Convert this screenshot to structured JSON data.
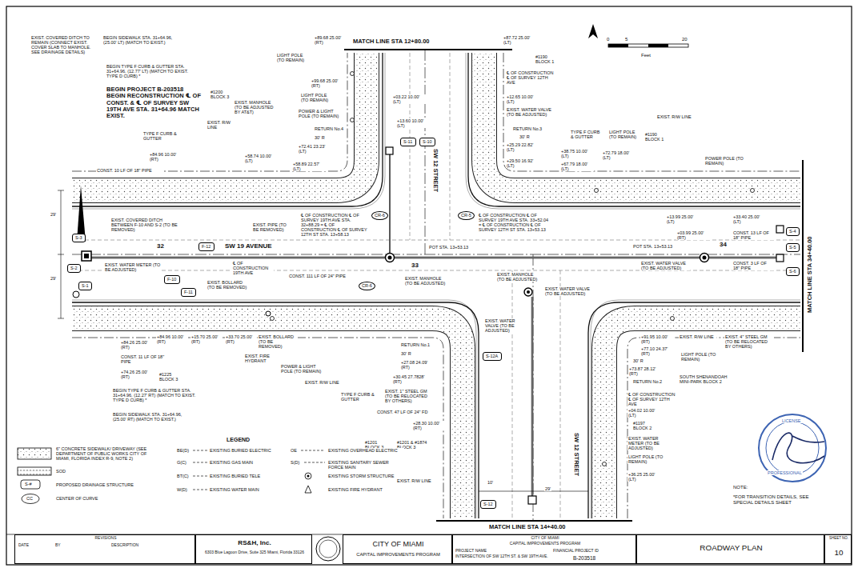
{
  "diagram": {
    "nodes": [
      {
        "text": [
          "REVISIONS",
          "DATE",
          "BY",
          "DESCRIPTION"
        ]
      },
      {
        "text": [
          "RS&H, Inc.",
          "6303 Blue Lagoon Drive, Suite 325 Miami, Florida 33126"
        ]
      },
      {
        "text": [
          "CITY OF MIAMI",
          "CAPITAL IMPROVEMENTS PROGRAM"
        ]
      },
      {
        "text": [
          "CITY OF MIAMI",
          "CAPITAL IMPROVEMENTS PROGRAM",
          "PROJECT NAME",
          "FINANCIAL PROJECT ID",
          "INTERSECTION OF SW 12TH ST. & SW 19TH AVE.",
          "B-203518"
        ]
      },
      {
        "text": [
          "ROADWAY PLAN"
        ]
      },
      {
        "text": [
          "SHEET NO.",
          "10"
        ]
      },
      {
        "text": [
          "S-11"
        ]
      },
      {
        "text": [
          "S-10"
        ]
      },
      {
        "text": [
          "CR-6"
        ]
      },
      {
        "text": [
          "CR-5"
        ]
      },
      {
        "text": [
          "S-4"
        ]
      },
      {
        "text": [
          "S-3"
        ]
      },
      {
        "text": [
          "F-12"
        ]
      },
      {
        "text": [
          "S-5"
        ]
      },
      {
        "text": [
          "S-2"
        ]
      },
      {
        "text": [
          "S-6"
        ]
      },
      {
        "text": [
          "F-10"
        ]
      },
      {
        "text": [
          "CR-6"
        ]
      },
      {
        "text": [
          "S-1"
        ]
      },
      {
        "text": [
          "F-11"
        ]
      },
      {
        "text": [
          "S-12A"
        ]
      },
      {
        "text": [
          "S-12"
        ]
      }
    ],
    "labels": [
      "MATCH LINE STA 12+80.00",
      "MATCH LINE STA 14+40.00",
      "MATCH LINE STA 34+40.00",
      "EXIST. COVERED DITCH TO REMAIN (CONNECT EXIST. COVER SLAB TO MANHOLE. SEE DRAINAGE DETAILS)",
      "BEGIN SIDEWALK STA. 31+64.96, (25.00' LT) (MATCH TO EXIST.)",
      "BEGIN TYPE F CURB & GUTTER STA. 31+64.96, (12.77' LT) (MATCH TO EXIST. TYPE D CURB) *",
      "BEGIN PROJECT B-203518 BEGIN RECONSTRUCTION ℄ OF CONST. & ℄ OF SURVEY SW 19TH AVE STA. 31+64.96 MATCH EXIST.",
      "#1200 BLOCK 3",
      "EXIST. R/W LINE",
      "TYPE F CURB & GUTTER",
      "+84.96 10.00' (RT)",
      "CONST. 10 LF OF 18\" PIPE",
      "+58.74 10.00' (LT)",
      "EXIST. MANHOLE (TO BE ADJUSTED BY AT&T)",
      "LIGHT POLE (TO REMAIN)",
      "+89.68 25.00' (RT)",
      "+99.68 25.00' (RT)",
      "LIGHT POLE (TO REMAIN)",
      "POWER & LIGHT POLE (TO REMAIN)",
      "RETURN No.4",
      "30' R",
      "+72.41 23.23' (LT)",
      "+58.89 22.57' (LT)",
      "+03.22 10.00' (LT)",
      "+13.60 10.00' (LT)",
      "+87.72 25.00' (LT)",
      "#1190 BLOCK 1",
      "℄ OF CONSTRUCTION ℄ OF SURVEY 12TH AVE",
      "+12.65 10.00' (LT)",
      "EXIST. WATER VALVE (TO BE ADJUSTED)",
      "RETURN No.3",
      "30' R",
      "+25.29 22.82' (LT)",
      "+29.50 16.92' (LT)",
      "TYPE F CURB & GUTTER",
      "+38.75 10.00' (LT)",
      "+67.79 18.00' (LT)",
      "LIGHT POLE (TO REMAIN)",
      "+72.79 18.00' (LT)",
      "#1190 BLOCK 1",
      "EXIST. R/W LINE",
      "POWER POLE (TO REMAIN)",
      "+13.99 25.00' (LT)",
      "+33.40 25.00' (LT)",
      "+03.99 25.00' (RT)",
      "CONST. 13 LF OF 18\" PIPE",
      "EXIST. WATER VALVE (TO BE ADJUSTED)",
      "CONST. 3 LF OF 18\" PIPE",
      "34",
      "33",
      "32",
      "SW 19 AVENUE",
      "SW 12 STREET",
      "SW 12 STREET",
      "℄ OF CONSTRUCTION ℄ OF SURVEY 19TH AVE STA. 32+88.29 = ℄ OF CONSTRUCTION ℄ OF SURVEY 12TH ST STA. 13+58.13",
      "℄ OF CONSTRUCTION ℄ OF SURVEY 19TH AVE STA. 33+52.04 = ℄ OF CONSTRUCTION ℄ OF SURVEY 12TH ST STA. 13+53.13",
      "POT STA. 13+53.13",
      "POT STA. 13+53.13",
      "EXIST. COVERED DITCH BETWEEN F-10 AND S-2 (TO BE REMOVED)",
      "EXIST. PIPE (TO BE REMOVED)",
      "EXIST. WATER METER (TO BE ADJUSTED)",
      "℄ OF CONSTRUCTION 19TH AVE",
      "EXIST. BOLLARD (TO BE REMOVED)",
      "CONST. 111 LF OF 24\" PIPE",
      "EXIST. MANHOLE (TO BE ADJUSTED)",
      "EXIST. MANHOLE (TO BE ADJUSTED)",
      "EXIST. WATER VALVE (TO BE ADJUSTED)",
      "+84.96 10.00' (RT)",
      "+15.70 25.00' (RT)",
      "+33.70 25.00' (RT)",
      "+84.26 25.00' (RT)",
      "EXIST. BOLLARD (TO BE REMOVED)",
      "EXIST. FIRE HYDRANT",
      "CONST. 11 LF OF 18\" PIPE",
      "+74.26 25.00' (RT)",
      "#1225 BLOCK 3",
      "BEGIN TYPE F CURB & GUTTER STA. 31+64.96, (12.27' RT) (MATCH TO EXIST. TYPE D CURB) *",
      "BEGIN SIDEWALK STA. 31+64.96, (25.00' RT) (MATCH TO EXIST.)",
      "POWER & LIGHT POLE (TO REMAIN)",
      "EXIST. R/W LINE",
      "TYPE F CURB & GUTTER",
      "RETURN No.1",
      "30' R",
      "+27.08 24.09' (RT)",
      "+30.45 27.7828' (RT)",
      "EXIST. 1\" STEEL GM (TO BE RELOCATED BY OTHERS)",
      "CONST. 47 LF OF 24\" FD",
      "+28.30 10.00' (RT)",
      "#1201 BLOCK 3",
      "#1201 & #1874 BLOCK 3",
      "EXIST. R/W LINE",
      "EXIST. WATER VALVE (TO BE ADJUSTED)",
      "EXIST. 4\" STEEL GM (TO BE RELOCATED BY OTHERS)",
      "+91.95 10.00' (RT)",
      "+77.10 24.37' (RT)",
      "30' R",
      "+73.87 28.12' (RT)",
      "RETURN No.2",
      "LIGHT POLE (TO REMAIN)",
      "SOUTH SHENANDOAH MINI-PARK BLOCK 2",
      "EXIST. R/W LINE",
      "℄ OF CONSTRUCTION ℄ OF SURVEY 12TH AVE",
      "+04.02 10.00' (LT)",
      "#1197 BLOCK 2",
      "EXIST. WATER METER (TO BE ADJUSTED)",
      "LIGHT POLE (TO REMAIN)",
      "+36.25 25.00' (LT)",
      "10'",
      "29'",
      "29'",
      "29'",
      "NOTE:",
      "*FOR TRANSITION DETAILS, SEE SPECIAL DETAILS SHEET",
      "LEGEND",
      "BE(D)",
      "G(C)",
      "BT(C)",
      "W(D)",
      "OE",
      "S(D)",
      "S-#",
      "CC",
      "0",
      "5",
      "20",
      "Feet",
      "LICENSE",
      "PROFESSIONAL"
    ],
    "legend": [
      {
        "text": "6\" CONCRETE SIDEWALK/ DRIVEWAY (SEE DEPARTMENT OF PUBLIC WORKS CITY OF MIAMI, FLORIDA INDEX R-9, NOTE 2)"
      },
      {
        "text": "SOD"
      },
      {
        "text": "PROPOSED DRAINAGE STRUCTURE"
      },
      {
        "text": "CENTER OF CURVE"
      },
      {
        "text": "EXISTING BURIED ELECTRIC"
      },
      {
        "text": "EXISTING GAS MAIN"
      },
      {
        "text": "EXISTING BURIED TELE"
      },
      {
        "text": "EXISTING WATER MAIN"
      },
      {
        "text": "EXISTING OVERHEAD ELECTRIC"
      },
      {
        "text": "EXISTING SANITARY SEWER FORCE MAIN"
      },
      {
        "text": "EXISTING STORM STRUCTURE"
      },
      {
        "text": "EXISTING FIRE HYDRANT"
      }
    ]
  }
}
